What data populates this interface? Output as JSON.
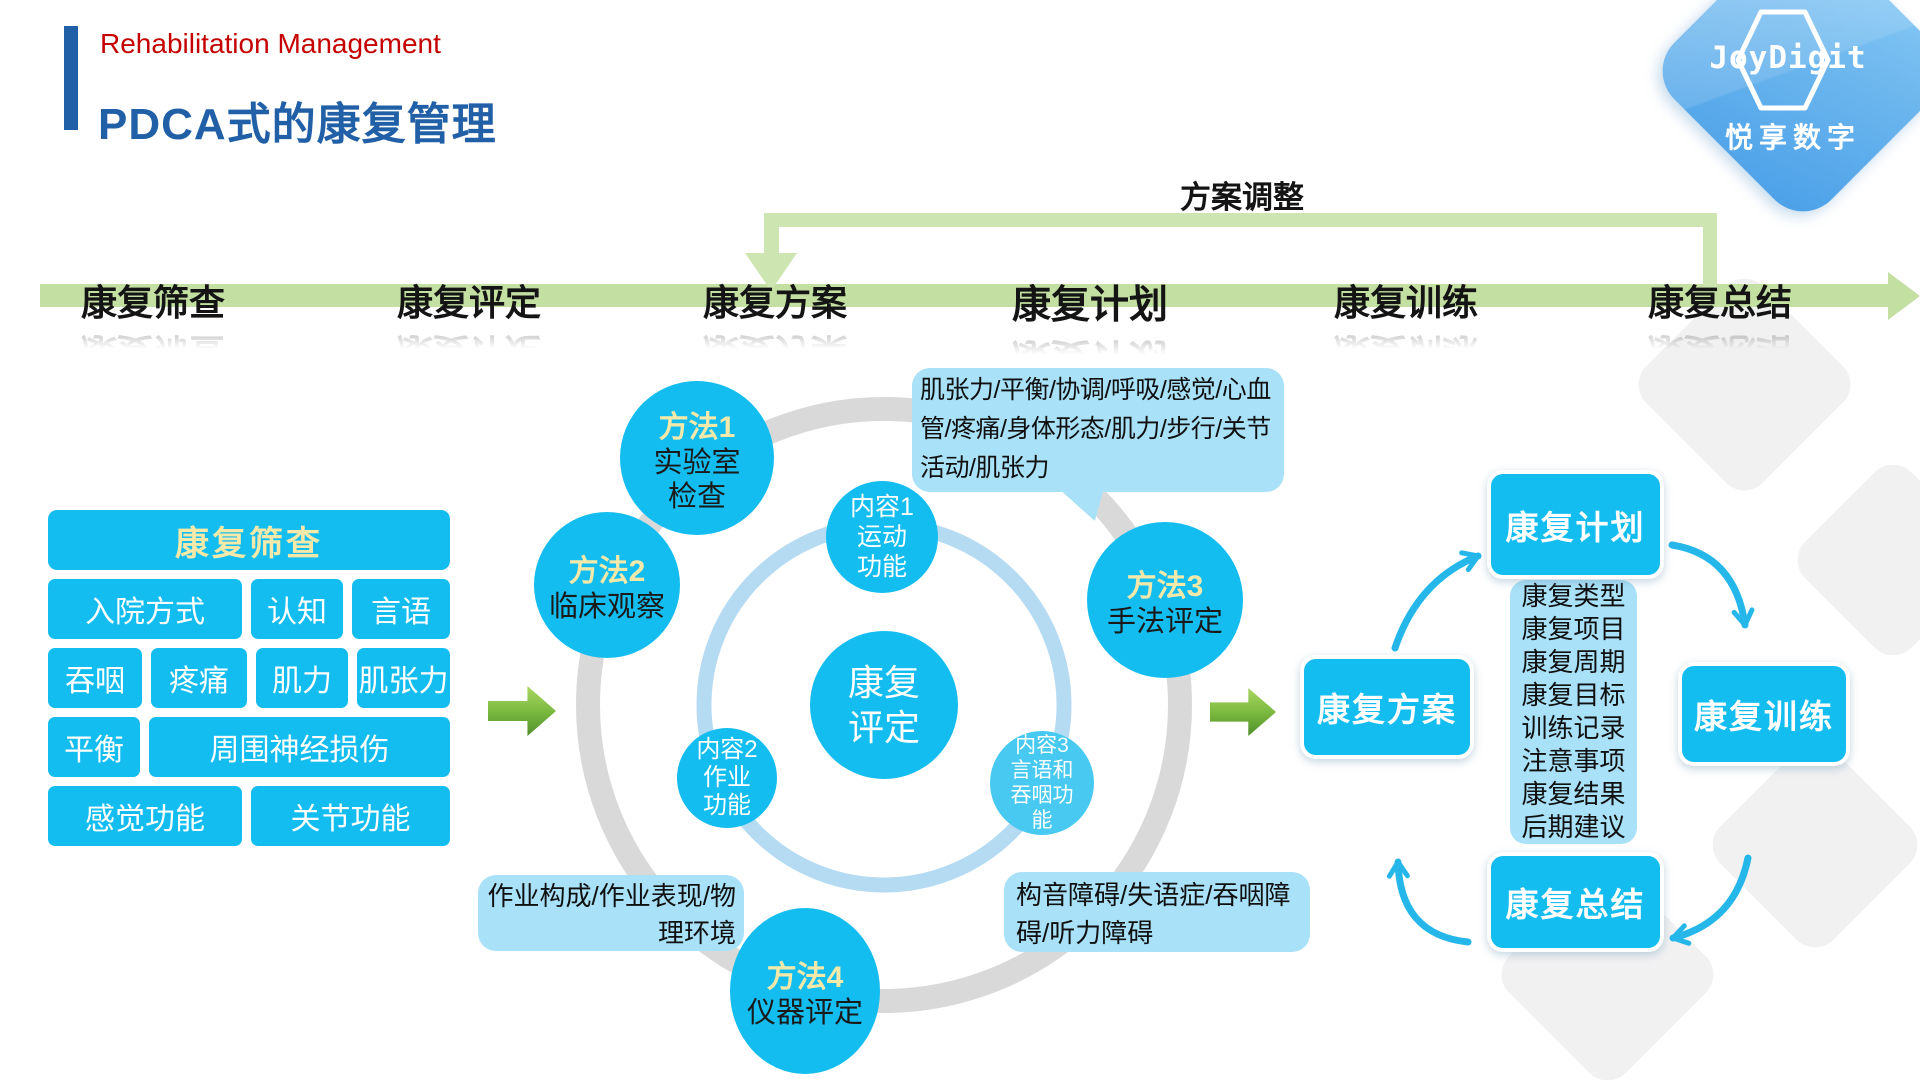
{
  "header": {
    "subtitle": "Rehabilitation Management",
    "title": "PDCA式的康复管理"
  },
  "logo": {
    "en": "JoyDigit",
    "cn": "悦享数字"
  },
  "flow": {
    "adjust_label": "方案调整",
    "stages": [
      "康复筛查",
      "康复评定",
      "康复方案",
      "康复计划",
      "康复训练",
      "康复总结"
    ]
  },
  "screening": {
    "title": "康复筛查",
    "items": [
      "入院方式",
      "认知",
      "言语",
      "吞咽",
      "疼痛",
      "肌力",
      "肌张力",
      "平衡",
      "周围神经损伤",
      "感觉功能",
      "关节功能"
    ]
  },
  "assessment": {
    "center": "康复\n评定",
    "contents": [
      {
        "label": "内容1",
        "name": "运动\n功能"
      },
      {
        "label": "内容2",
        "name": "作业\n功能"
      },
      {
        "label": "内容3",
        "name": "言语和\n吞咽功\n能"
      }
    ],
    "methods": [
      {
        "num": "方法1",
        "name": "实验室\n检查"
      },
      {
        "num": "方法2",
        "name": "临床观察"
      },
      {
        "num": "方法3",
        "name": "手法评定"
      },
      {
        "num": "方法4",
        "name": "仪器评定"
      }
    ],
    "callout_top": "肌张力/平衡/协调/呼吸/感觉/心血管/疼痛/身体形态/肌力/步行/关节活动/肌张力",
    "callout_left": "作业构成/作业表现/物理环境",
    "callout_right": "构音障碍/失语症/吞咽障碍/听力障碍"
  },
  "pdca": {
    "plan": "康复方案",
    "schedule": "康复计划",
    "training": "康复训练",
    "summary": "康复总结",
    "details": [
      "康复类型",
      "康复项目",
      "康复周期",
      "康复目标",
      "训练记录",
      "注意事项",
      "康复结果",
      "后期建议"
    ]
  },
  "colors": {
    "cyan": "#14bdf0",
    "light_blue": "#a9e1f8",
    "green_bar": "#c3dfa2",
    "green_band": "#cde5b0",
    "yellow": "#f5e9a9",
    "title_blue": "#2160a6",
    "red": "#c40000",
    "ring_gray": "#d9d9d9",
    "ring_blue": "#b5dbf3",
    "arrow_cyan": "#25b7ea"
  }
}
